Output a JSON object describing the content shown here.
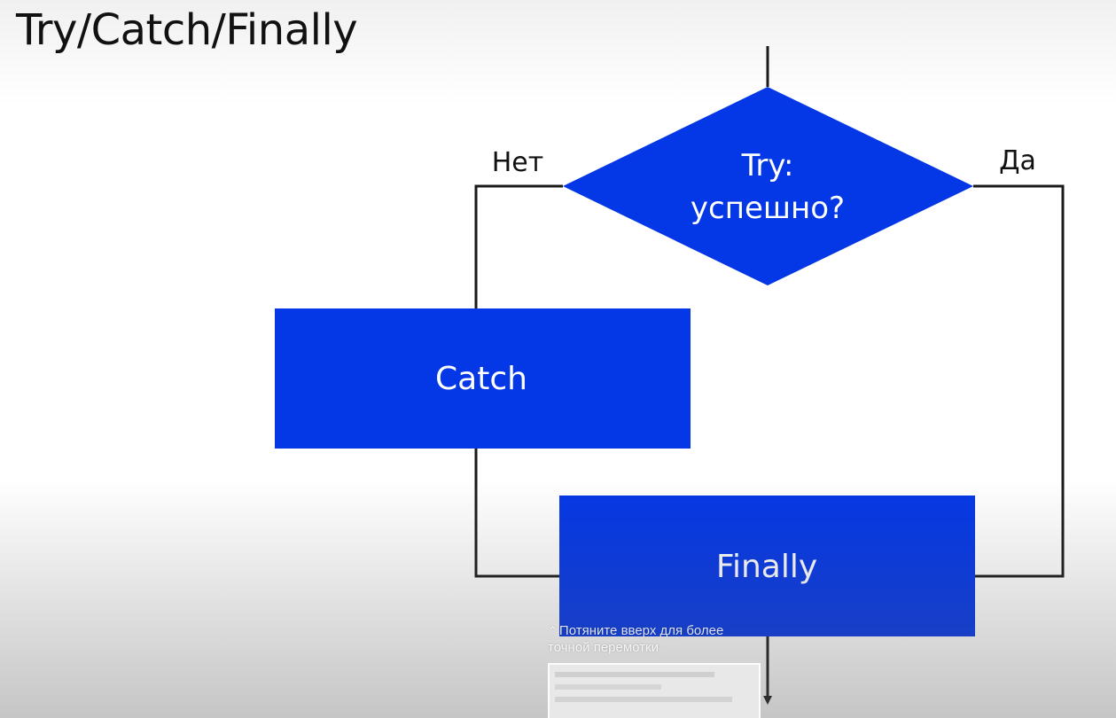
{
  "slide": {
    "title": "Try/Catch/Finally"
  },
  "flowchart": {
    "decision": {
      "line1": "Try:",
      "line2": "успешно?"
    },
    "no_label": "Нет",
    "yes_label": "Да",
    "catch_label": "Catch",
    "finally_label": "Finally"
  },
  "player": {
    "seek_hint_line1": "Потяните вверх для более",
    "seek_hint_line2": "точной перемотки",
    "chevron_icon": "chevron-up-icon"
  },
  "colors": {
    "shape_fill": "#0437E6",
    "line": "#1a1a1a",
    "text_on_shape": "#ffffff",
    "title": "#111111"
  }
}
